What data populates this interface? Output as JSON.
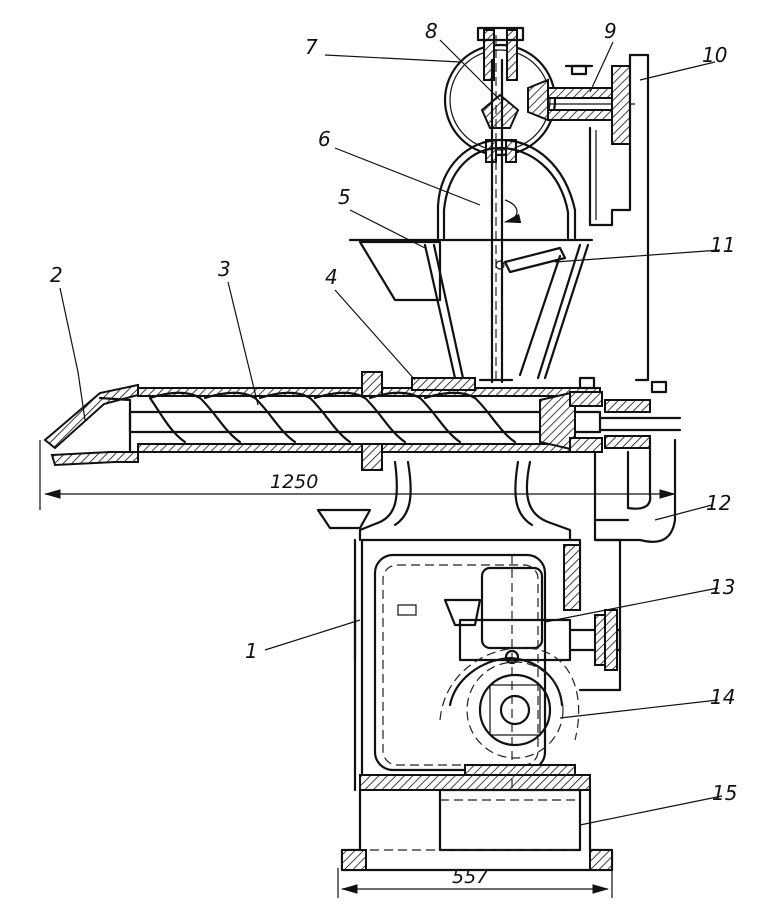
{
  "labels": {
    "l1": "1",
    "l2": "2",
    "l3": "3",
    "l4": "4",
    "l5": "5",
    "l6": "6",
    "l7": "7",
    "l8": "8",
    "l9": "9",
    "l10": "10",
    "l11": "11",
    "l12": "12",
    "l13": "13",
    "l14": "14",
    "l15": "15"
  },
  "dimensions": {
    "overall_length": "1250",
    "base_width": "557"
  },
  "colors": {
    "ink": "#111111",
    "paper": "#ffffff"
  }
}
